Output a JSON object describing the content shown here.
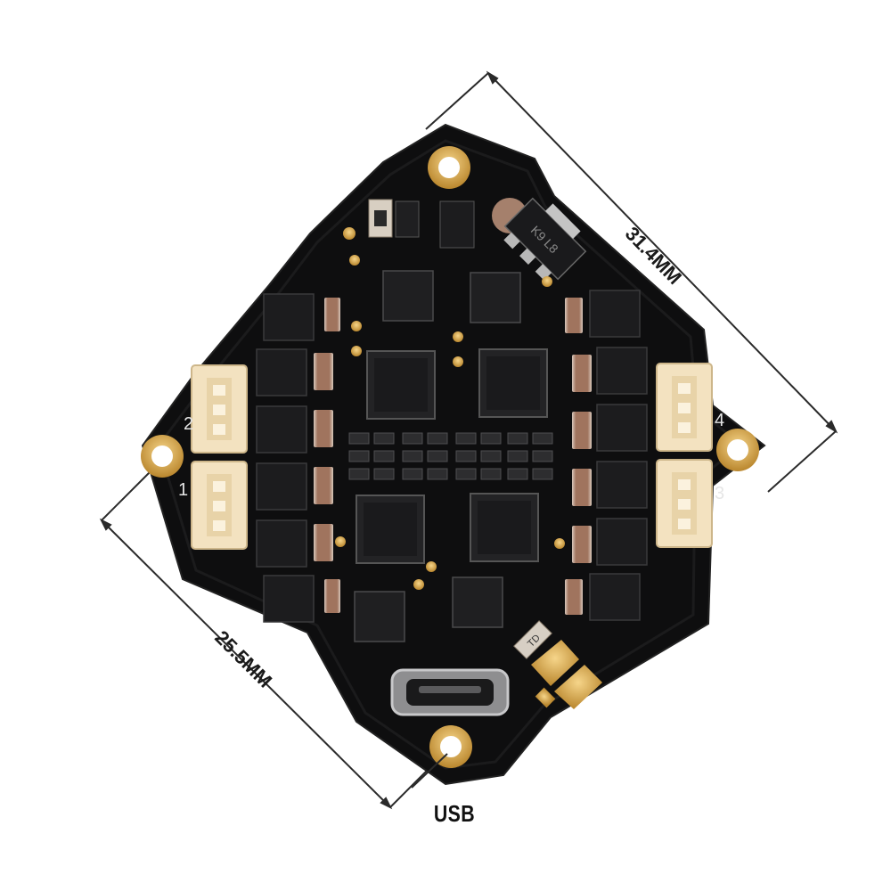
{
  "dimensions": {
    "diagonal_label": "31.4MM",
    "side_label": "25.5MM"
  },
  "port_label": "USB",
  "connector_numbers": [
    "1",
    "2",
    "3",
    "4"
  ],
  "component_markings": {
    "regulator": "K9 L8",
    "small_part": "TD"
  },
  "colors": {
    "board": "#0e0e0f",
    "gold": "#d9a441",
    "connector": "#f3e2c0",
    "chip": "#1c1c1e",
    "capacitor": "#a7806b"
  }
}
